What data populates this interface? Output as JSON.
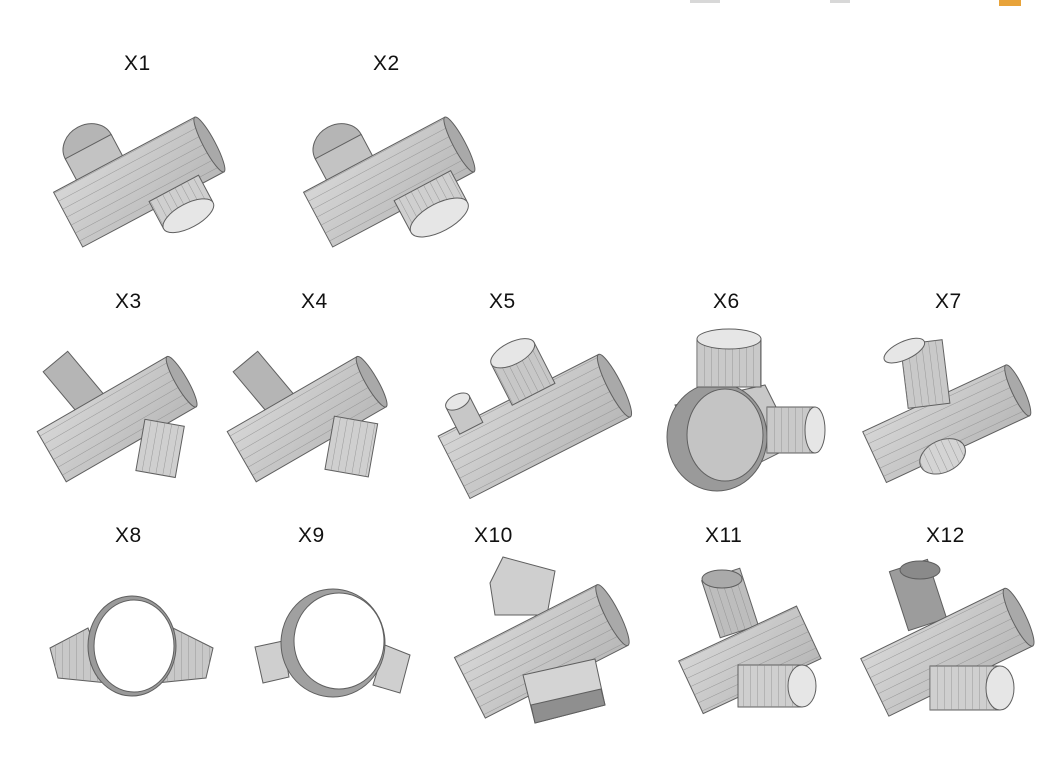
{
  "colors": {
    "surface": "#c9c9c9",
    "surface_light": "#dadada",
    "surface_dark": "#9b9b9b",
    "outline": "#5f5f5f",
    "hatch": "#8a8a8a",
    "accent": "#e8a33a"
  },
  "joints": [
    {
      "id": "X1",
      "label": "X1"
    },
    {
      "id": "X2",
      "label": "X2"
    },
    {
      "id": "X3",
      "label": "X3"
    },
    {
      "id": "X4",
      "label": "X4"
    },
    {
      "id": "X5",
      "label": "X5"
    },
    {
      "id": "X6",
      "label": "X6"
    },
    {
      "id": "X7",
      "label": "X7"
    },
    {
      "id": "X8",
      "label": "X8"
    },
    {
      "id": "X9",
      "label": "X9"
    },
    {
      "id": "X10",
      "label": "X10"
    },
    {
      "id": "X11",
      "label": "X11"
    },
    {
      "id": "X12",
      "label": "X12"
    }
  ]
}
